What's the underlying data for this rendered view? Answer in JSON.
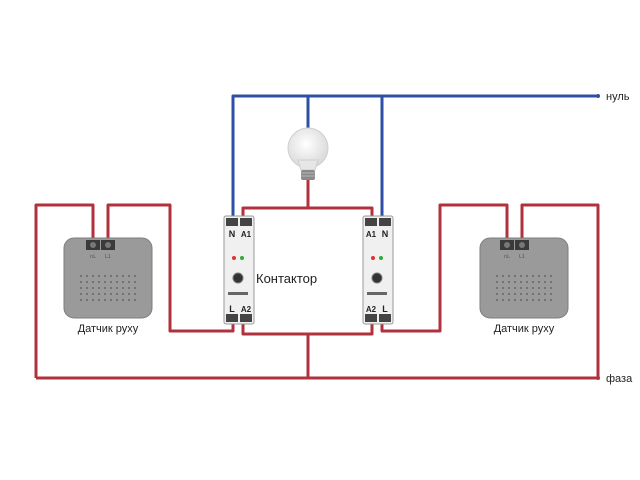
{
  "labels": {
    "neutral": "нуль",
    "phase": "фаза",
    "contactor": "Контактор",
    "sensor_left": "Датчик руху",
    "sensor_right": "Датчик руху"
  },
  "contactor_terminals": {
    "n": "N",
    "a1": "A1",
    "l": "L",
    "a2": "A2"
  },
  "sensor_terminals": {
    "out": "nL",
    "in": "L1"
  },
  "colors": {
    "neutral_wire": "#2e4fa3",
    "phase_wire": "#b0323c",
    "device_body": "#f0f0f0",
    "sensor_body": "#9a9a9a"
  }
}
